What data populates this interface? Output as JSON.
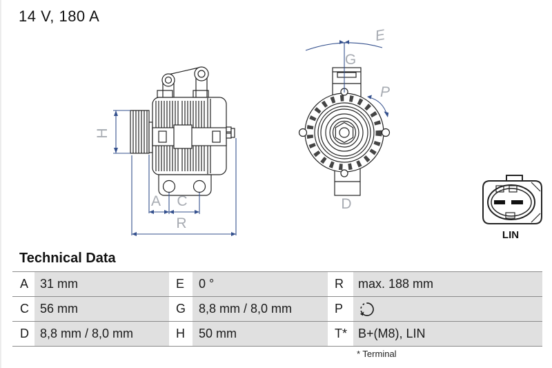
{
  "header": {
    "rating": "14 V, 180 A"
  },
  "diagram": {
    "side_view_labels": {
      "h": "H",
      "a": "A",
      "c": "C",
      "r": "R"
    },
    "front_view_labels": {
      "e": "E",
      "g": "G",
      "p": "P",
      "d": "D"
    },
    "connector": {
      "label": "LIN"
    },
    "accent_colors": {
      "dimension_line_blue": "#35518e",
      "label_gray": "#a7abb2",
      "drawing_ink": "#222222"
    }
  },
  "technical_data": {
    "title": "Technical Data",
    "rows": [
      [
        {
          "key": "A",
          "value": "31 mm"
        },
        {
          "key": "E",
          "value": "0 °"
        },
        {
          "key": "R",
          "value": "max. 188 mm"
        }
      ],
      [
        {
          "key": "C",
          "value": "56 mm"
        },
        {
          "key": "G",
          "value": "8,8 mm / 8,0 mm"
        },
        {
          "key": "P",
          "value": "",
          "icon": "rotation-direction-icon"
        }
      ],
      [
        {
          "key": "D",
          "value": "8,8 mm / 8,0 mm"
        },
        {
          "key": "H",
          "value": "50 mm"
        },
        {
          "key": "T*",
          "value": "B+(M8), LIN"
        }
      ]
    ],
    "footnote": "* Terminal",
    "table_colors": {
      "value_cell_bg": "#e0e0e0",
      "grid_line": "#8a8a8a"
    }
  }
}
